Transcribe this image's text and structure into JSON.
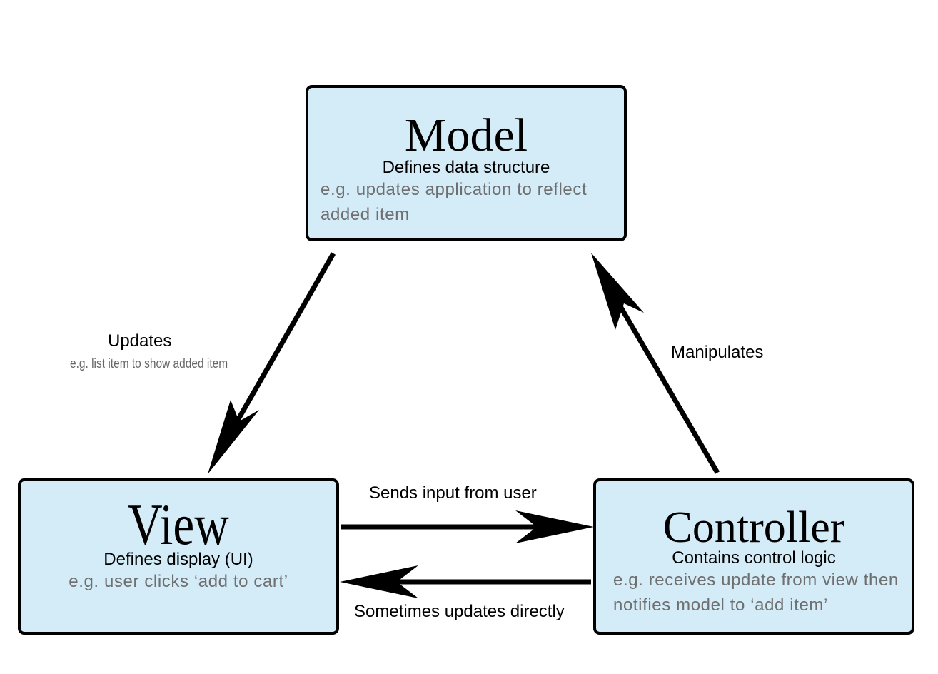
{
  "model": {
    "title": "Model",
    "subtitle": "Defines data structure",
    "example": "e.g. updates application to reflect added item"
  },
  "view": {
    "title": "View",
    "subtitle": "Defines display (UI)",
    "example": "e.g. user clicks ‘add to cart’"
  },
  "controller": {
    "title": "Controller",
    "subtitle": "Contains control logic",
    "example": "e.g. receives update from view then notifies model to ‘add item’"
  },
  "edges": {
    "updates": {
      "label": "Updates",
      "example": "e.g. list item to show added item"
    },
    "manipulates": {
      "label": "Manipulates"
    },
    "sends_input": {
      "label": "Sends input from user"
    },
    "sometimes_updates": {
      "label": "Sometimes updates directly"
    }
  },
  "colors": {
    "box_fill": "#d4ebf8",
    "box_border": "#000000",
    "example_text": "#6f6f6f"
  }
}
